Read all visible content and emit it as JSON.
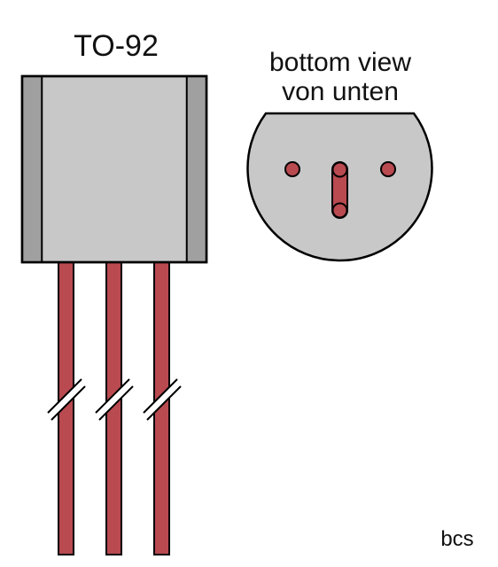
{
  "package_label": "TO-92",
  "bottom_view_label": "bottom view",
  "bottom_view_label_de": "von unten",
  "credit": "bcs",
  "colors": {
    "body": "#c8c8c8",
    "body_side": "#a0a0a0",
    "lead": "#b84a50",
    "outline": "#000000",
    "background": "#ffffff"
  }
}
